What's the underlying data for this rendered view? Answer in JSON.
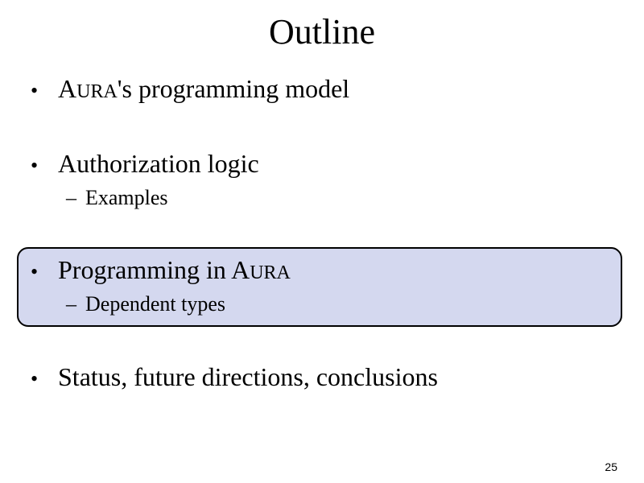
{
  "slide": {
    "title": "Outline",
    "items": [
      {
        "prefix_big": "A",
        "prefix_small": "URA",
        "text": "'s programming model"
      },
      {
        "text": "Authorization logic",
        "sub": "Examples"
      },
      {
        "text": "Programming in ",
        "suffix_big": "A",
        "suffix_small": "URA",
        "sub": "Dependent types",
        "highlighted": true
      },
      {
        "text": "Status, future directions, conclusions"
      }
    ],
    "bullet_symbol": "•",
    "sub_bullet_symbol": "–",
    "page_number": "25"
  },
  "colors": {
    "background": "#ffffff",
    "highlight_fill": "#d4d8ef",
    "highlight_border": "#000000",
    "text": "#000000"
  }
}
